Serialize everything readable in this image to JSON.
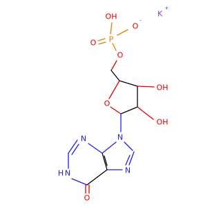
{
  "molecule": {
    "atoms": {
      "k": "K",
      "k_charge": "+",
      "oh_top": "OH",
      "o_minus": "O",
      "o_minus_charge": "-",
      "p": "P",
      "o_double": "O",
      "o_ester": "O",
      "o_ring": "O",
      "oh_3": "OH",
      "oh_2": "OH",
      "n9": "N",
      "n3": "N",
      "n7": "N",
      "n1": "N",
      "h_n1": "H",
      "o_carbonyl": "O"
    },
    "colors": {
      "oxygen": "#e00000",
      "nitrogen": "#1f1fe0",
      "phosphorus": "#e08000",
      "potassium": "#8f40d4",
      "carbon": "#000000"
    }
  }
}
